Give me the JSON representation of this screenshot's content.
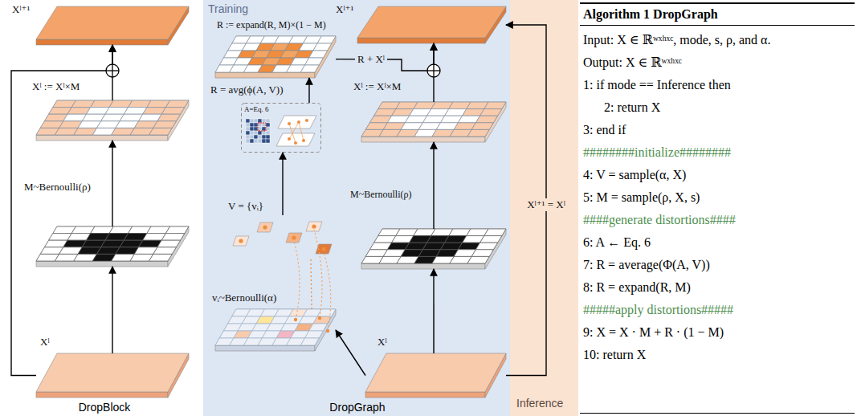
{
  "diagram": {
    "nodes": [
      {
        "text": [
          "Xˡ⁺¹"
        ]
      },
      {
        "text": [
          "Xˡ := Xˡ×M"
        ]
      },
      {
        "text": [
          "M~Bernoulli(ρ)"
        ]
      },
      {
        "text": [
          "Xˡ"
        ]
      },
      {
        "text": [
          "Training"
        ]
      },
      {
        "text": [
          "Xˡ⁺¹"
        ],
        "in": 4
      },
      {
        "text": [
          "R := expand(R, M)×(1 − M)"
        ],
        "in": 4
      },
      {
        "text": [
          "R = avg(ϕ(A, V))",
          "A=Eq. 6"
        ],
        "in": 4
      },
      {
        "text": [
          "V = {vᵢ}"
        ],
        "in": 4
      },
      {
        "text": [
          "vᵢ~Bernoulli(α)"
        ],
        "in": 4
      },
      {
        "text": [
          "Xˡ := Xˡ×M"
        ],
        "in": 4
      },
      {
        "text": [
          "M~Bernoulli(ρ)"
        ],
        "in": 4
      },
      {
        "text": [
          "Xˡ"
        ],
        "in": 4
      },
      {
        "text": [
          "Inference"
        ]
      },
      {
        "text": [
          "Algorithm 1 DropGraph",
          "Input: X ∈ ℝʷˣʰˣᶜ, mode, s, ρ, and α.",
          "Output: X ∈ ℝʷˣʰˣᶜ",
          "1: if mode == Inference then",
          "2: return X",
          "3: end if",
          "########initialize########",
          "4: V = sample(α, X)",
          "5: M = sample(ρ, X, s)",
          "####generate distortions####",
          "6: A ← Eq. 6",
          "7: R = average(Φ(A, V))",
          "8: R = expand(R, M)",
          "#####apply distortions#####",
          "9: X = X · M + R · (1 − M)",
          "10: return X"
        ]
      }
    ],
    "edges": [
      {
        "from": 3,
        "to": 2,
        "arrow": "to"
      },
      {
        "from": 2,
        "to": 1,
        "arrow": "to"
      },
      {
        "from": 1,
        "to": 0,
        "arrow": "to"
      },
      {
        "from": 3,
        "to": 0,
        "arrow": "to"
      },
      {
        "from": 12,
        "to": 11,
        "arrow": "to"
      },
      {
        "from": 11,
        "to": 10,
        "arrow": "to"
      },
      {
        "from": 10,
        "to": 5,
        "arrow": "to"
      },
      {
        "from": 12,
        "to": 9,
        "arrow": "to"
      },
      {
        "from": 9,
        "to": 8,
        "arrow": "none"
      },
      {
        "from": 8,
        "to": 7,
        "arrow": "to"
      },
      {
        "from": 7,
        "to": 6,
        "arrow": "to"
      },
      {
        "from": 6,
        "to": 5,
        "arrow": "to",
        "label": "R + Xˡ"
      },
      {
        "from": 12,
        "to": 5,
        "arrow": "to",
        "label": "Xˡ⁺¹ = Xˡ"
      }
    ],
    "labels": [
      "DropBlock",
      "DropGraph"
    ]
  }
}
